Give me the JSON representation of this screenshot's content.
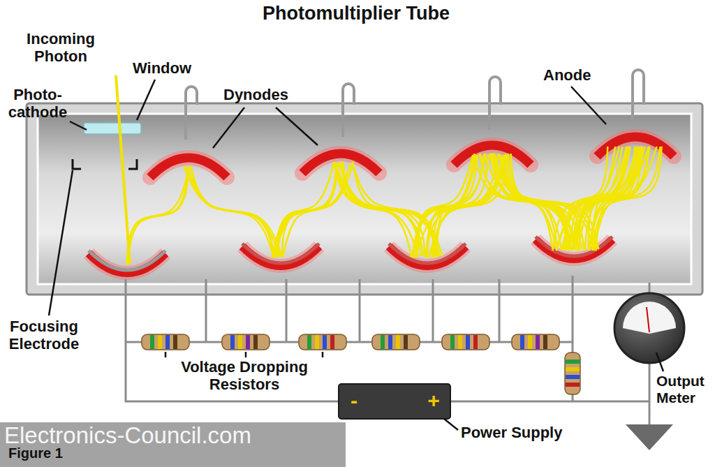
{
  "diagram": {
    "title": "Photomultiplier Tube",
    "labels": [
      "Incoming Photon",
      "Window",
      "Photo- cathode",
      "Dynodes",
      "Anode",
      "Focusing Electrode",
      "Voltage Dropping Resistors",
      "-",
      "+",
      "Power Supply",
      "Output Meter",
      "Figure 1",
      "Electronics-Council.com"
    ]
  }
}
